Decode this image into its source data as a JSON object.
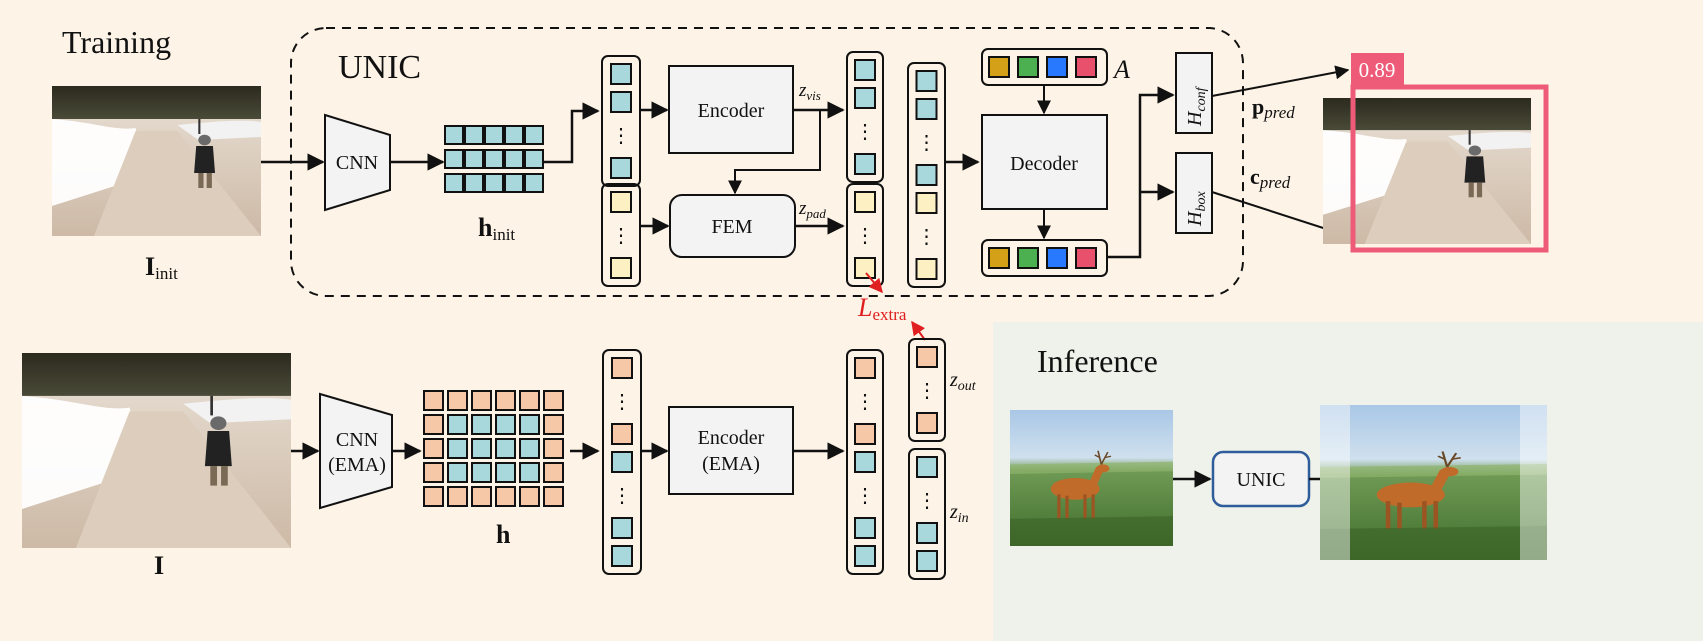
{
  "training": {
    "title": "Training",
    "unic_label": "UNIC",
    "input_image_label": "I",
    "input_image_sub": "init",
    "cnn_label": "CNN",
    "feature_map_label": "h",
    "feature_map_sub": "init",
    "encoder_label": "Encoder",
    "fem_label": "FEM",
    "decoder_label": "Decoder",
    "z_vis": "z",
    "z_vis_sub": "vis",
    "z_pad": "z",
    "z_pad_sub": "pad",
    "anchor_symbol": "A",
    "head_conf": "H",
    "head_conf_sub": "conf",
    "head_box": "H",
    "head_box_sub": "box",
    "p_pred": "p",
    "p_pred_sub": "pred",
    "c_pred": "c",
    "c_pred_sub": "pred",
    "score": "0.89",
    "loss": "L",
    "loss_sub": "extra"
  },
  "ema_branch": {
    "input_image_label": "I",
    "cnn_label_1": "CNN",
    "cnn_label_2": "(EMA)",
    "feature_map_label": "h",
    "encoder_label_1": "Encoder",
    "encoder_label_2": "(EMA)",
    "z_out": "z",
    "z_out_sub": "out",
    "z_in": "z",
    "z_in_sub": "in"
  },
  "inference": {
    "title": "Inference",
    "unic_label": "UNIC"
  },
  "colors": {
    "background": "#fdf3e7",
    "inference_bg": "#eef2ea",
    "token_blue": "#a8d8dc",
    "token_yellow": "#fdf0c2",
    "token_orange": "#f7c8a8",
    "box_fill": "#f3f3f3",
    "detection_red": "#ee5b78",
    "loss_red": "#e02020",
    "unic_blue": "#2f5c9a",
    "anchor_colors": [
      "#d4a017",
      "#4caf50",
      "#2979ff",
      "#e8506c"
    ]
  }
}
